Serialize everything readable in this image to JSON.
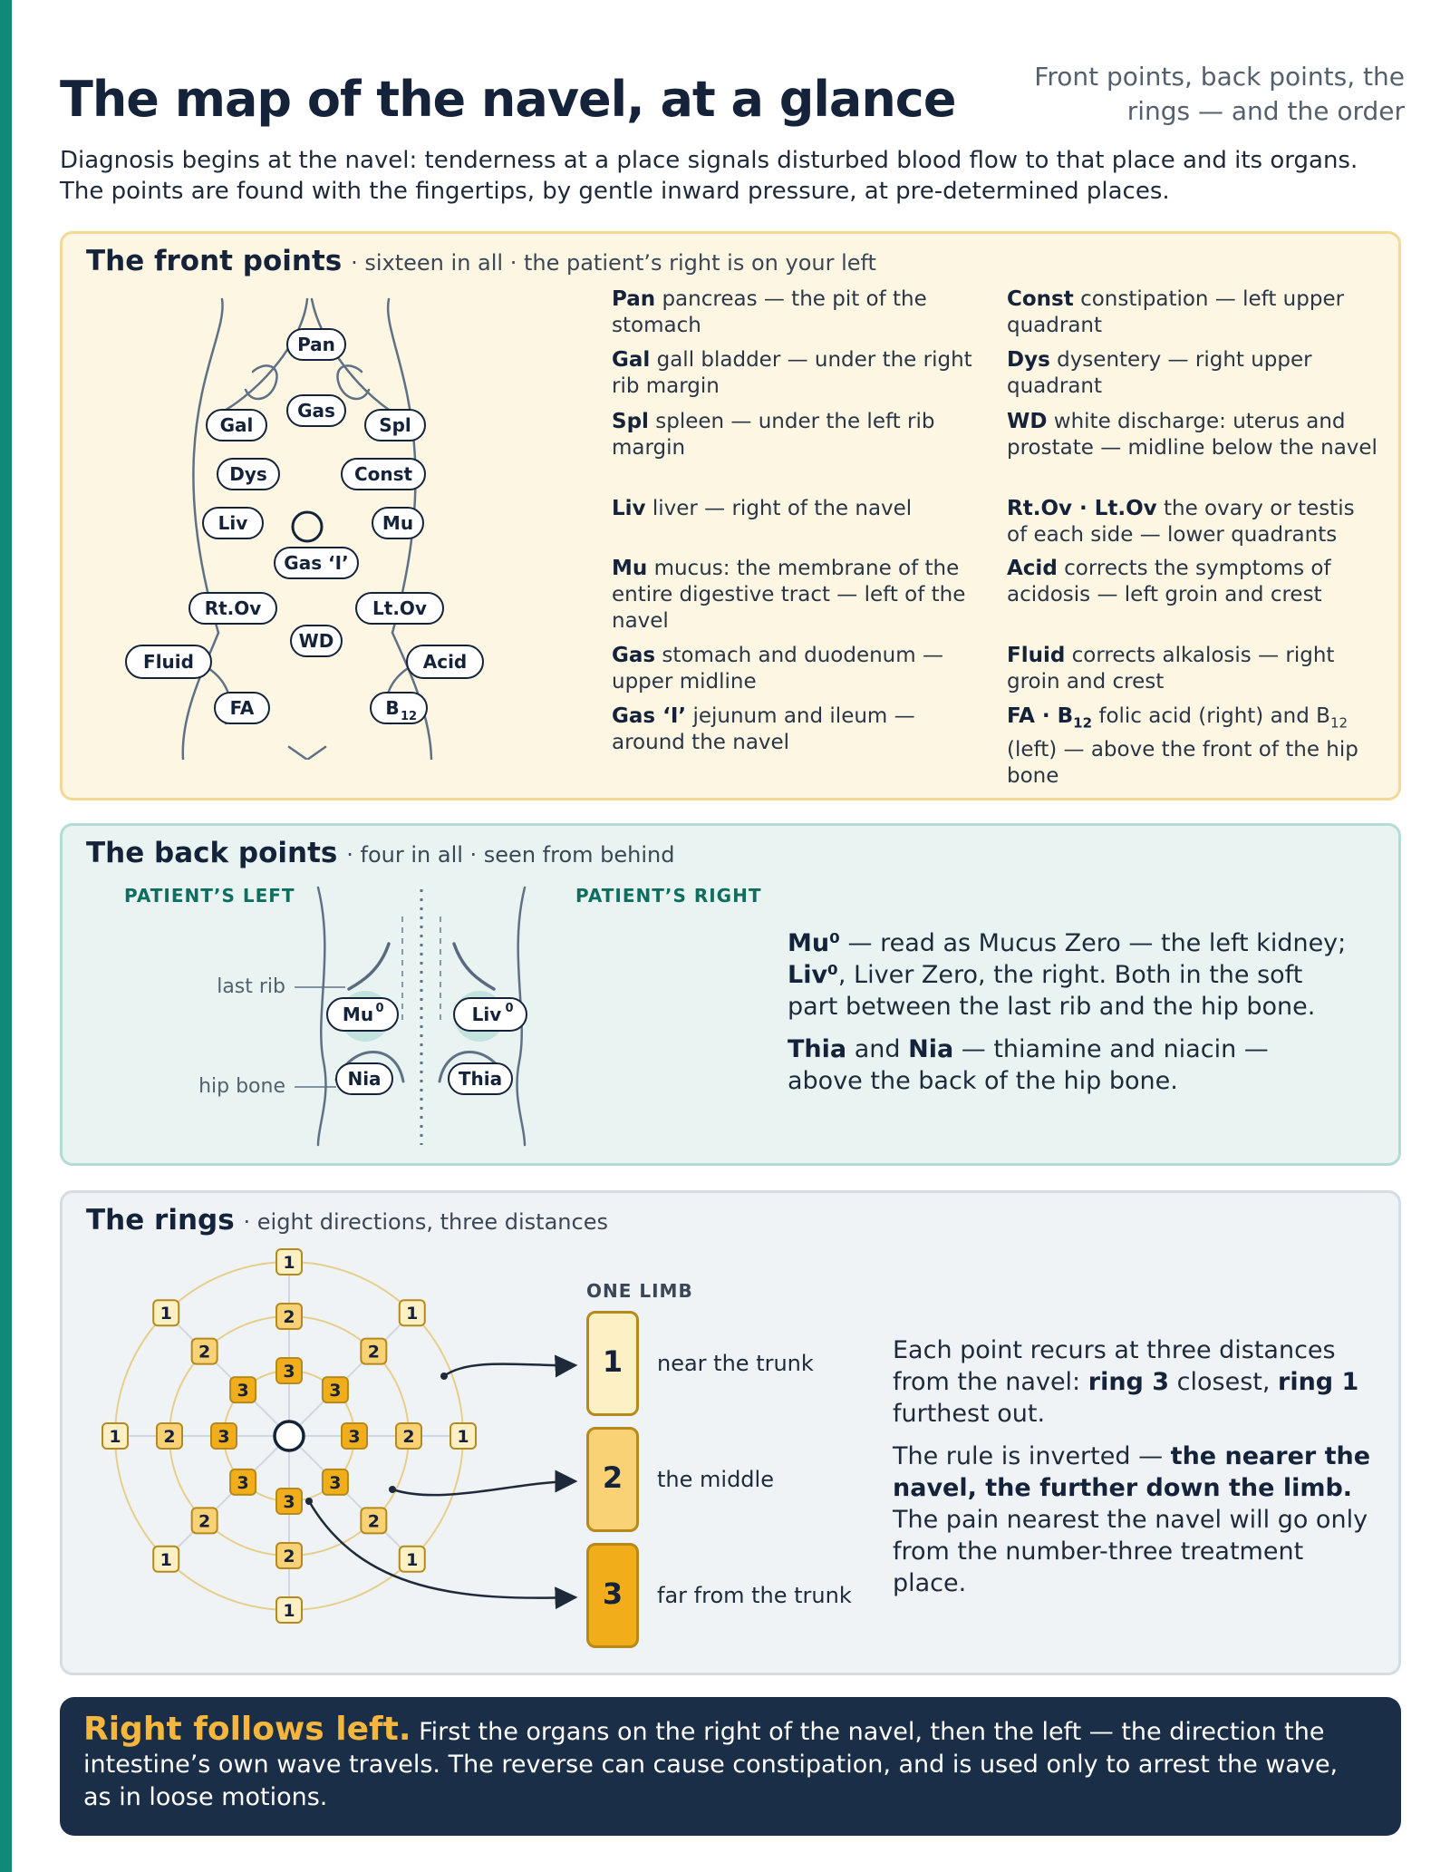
{
  "header": {
    "title": "The map of the navel, at a glance",
    "tagline": "Front points, back points, the rings — and the order",
    "intro": "Diagnosis begins at the navel: tenderness at a place signals disturbed blood flow to that place and its organs. The points are found with the fingertips, by gentle inward pressure, at pre-determined places."
  },
  "front": {
    "heading": "The front points",
    "subheading": "· sixteen in all · the patient’s right is on your left",
    "labels": {
      "pan": "Pan",
      "gas": "Gas",
      "gal": "Gal",
      "spl": "Spl",
      "dys": "Dys",
      "const": "Const",
      "liv": "Liv",
      "mu": "Mu",
      "gas_i": "Gas ‘I’",
      "rtov": "Rt.Ov",
      "ltov": "Lt.Ov",
      "wd": "WD",
      "fluid": "Fluid",
      "acid": "Acid",
      "fa": "FA",
      "b12": "B",
      "b12_sub": "12"
    },
    "legend_left": [
      {
        "abbr": "Pan",
        "desc": "pancreas — the pit of the stomach"
      },
      {
        "abbr": "Gal",
        "desc": "gall bladder — under the right rib margin"
      },
      {
        "abbr": "Spl",
        "desc": "spleen — under the left rib margin"
      },
      {
        "abbr": "Liv",
        "desc": "liver — right of the navel"
      },
      {
        "abbr": "Mu",
        "desc": "mucus: the membrane of the entire digestive tract — left of the navel"
      },
      {
        "abbr": "Gas",
        "desc": "stomach and duodenum — upper midline"
      },
      {
        "abbr": "Gas ‘I’",
        "desc": "jejunum and ileum — around the navel"
      }
    ],
    "legend_right": [
      {
        "abbr": "Const",
        "desc": "constipation — left upper quadrant"
      },
      {
        "abbr": "Dys",
        "desc": "dysentery — right upper quadrant"
      },
      {
        "abbr": "WD",
        "desc": "white discharge: uterus and prostate — midline below the navel"
      },
      {
        "abbr": "Rt.Ov · Lt.Ov",
        "desc": "the ovary or testis of each side — lower quadrants"
      },
      {
        "abbr": "Acid",
        "desc": "corrects the symptoms of acidosis — left groin and crest"
      },
      {
        "abbr": "Fluid",
        "desc": "corrects alkalosis — right groin and crest"
      },
      {
        "abbr_a": "FA · B",
        "abbr_sub": "12",
        "desc_a": "folic acid (right) and B",
        "desc_sub": "12",
        "desc_b": "(left) — above the front of the hip bone"
      }
    ]
  },
  "back": {
    "heading": "The back points",
    "subheading": "· four in all · seen from behind",
    "left_caption": "PATIENT’S LEFT",
    "right_caption": "PATIENT’S RIGHT",
    "last_rib": "last rib",
    "hip_bone": "hip bone",
    "mu0": "Mu",
    "liv0": "Liv",
    "nia": "Nia",
    "thia": "Thia",
    "zero": "0",
    "p1": {
      "b1": "Mu⁰",
      "t1": " — read as Mucus Zero — the left kidney; ",
      "b2": "Liv⁰",
      "t2": ", Liver Zero, the right. Both in the soft part between the last rib and the hip bone."
    },
    "p2": {
      "b1": "Thia",
      "t1": " and ",
      "b2": "Nia",
      "t2": " — thiamine and niacin — above the back of the hip bone."
    }
  },
  "rings": {
    "heading": "The rings",
    "subheading": "· eight directions, three distances",
    "one_limb": "ONE LIMB",
    "limb": [
      {
        "n": "1",
        "label": "near the trunk"
      },
      {
        "n": "2",
        "label": "the middle"
      },
      {
        "n": "3",
        "label": "far from the trunk"
      }
    ],
    "colors": {
      "ring1": "#fdf0c4",
      "ring2": "#f9d276",
      "ring3": "#f2ad1a",
      "edge": "#b48a1c"
    },
    "p1": {
      "t1": "Each point recurs at three distances from the navel: ",
      "b1": "ring 3",
      "t2": " closest, ",
      "b2": "ring 1",
      "t3": " furthest out."
    },
    "p2": {
      "t1": "The rule is inverted — ",
      "b1": "the nearer the navel, the further down the limb.",
      "t2": " The pain nearest the navel will go only from the number-three treatment place."
    }
  },
  "footer": {
    "lead": "Right follows left.",
    "text": " First the organs on the right of the navel, then the left — the direction the intestine’s own wave travels. The reverse can cause constipation, and is used only to arrest the wave, as in loose motions."
  },
  "colors": {
    "accent": "#0f8a78",
    "navy": "#1a2e47",
    "gold": "#f4b63d"
  }
}
